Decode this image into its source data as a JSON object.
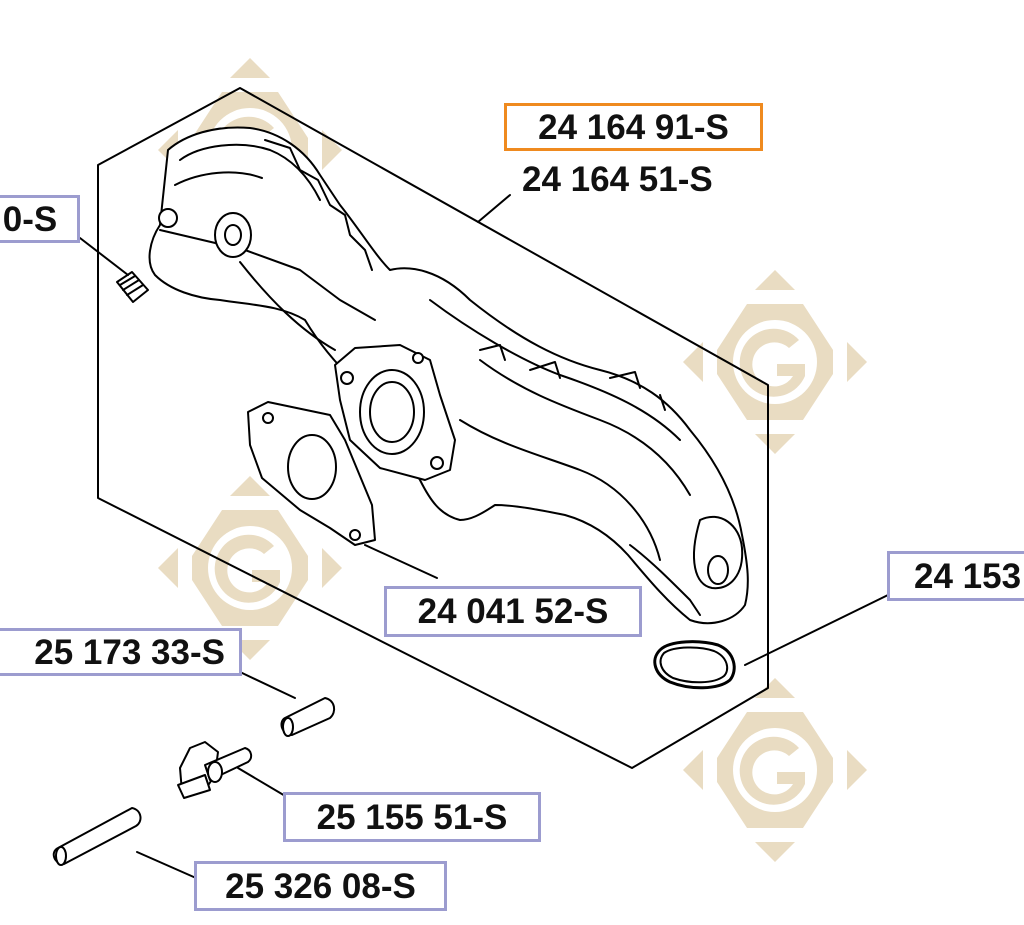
{
  "labels": {
    "main_highlight": "24 164 91-S",
    "main_alt": "24 164 51-S",
    "plug_partial": "0-S",
    "gasket": "24 041 52-S",
    "seal_partial": "24 153",
    "pin_a": "25 173 33-S",
    "fitting": "25 155 51-S",
    "pin_b": "25 326 08-S"
  },
  "colors": {
    "highlight_border": "#ef8a1f",
    "label_border": "#9c9ccf",
    "watermark": "#e9dcc2",
    "linework": "#000000"
  },
  "icons": [
    "watermark-logo-icon"
  ]
}
